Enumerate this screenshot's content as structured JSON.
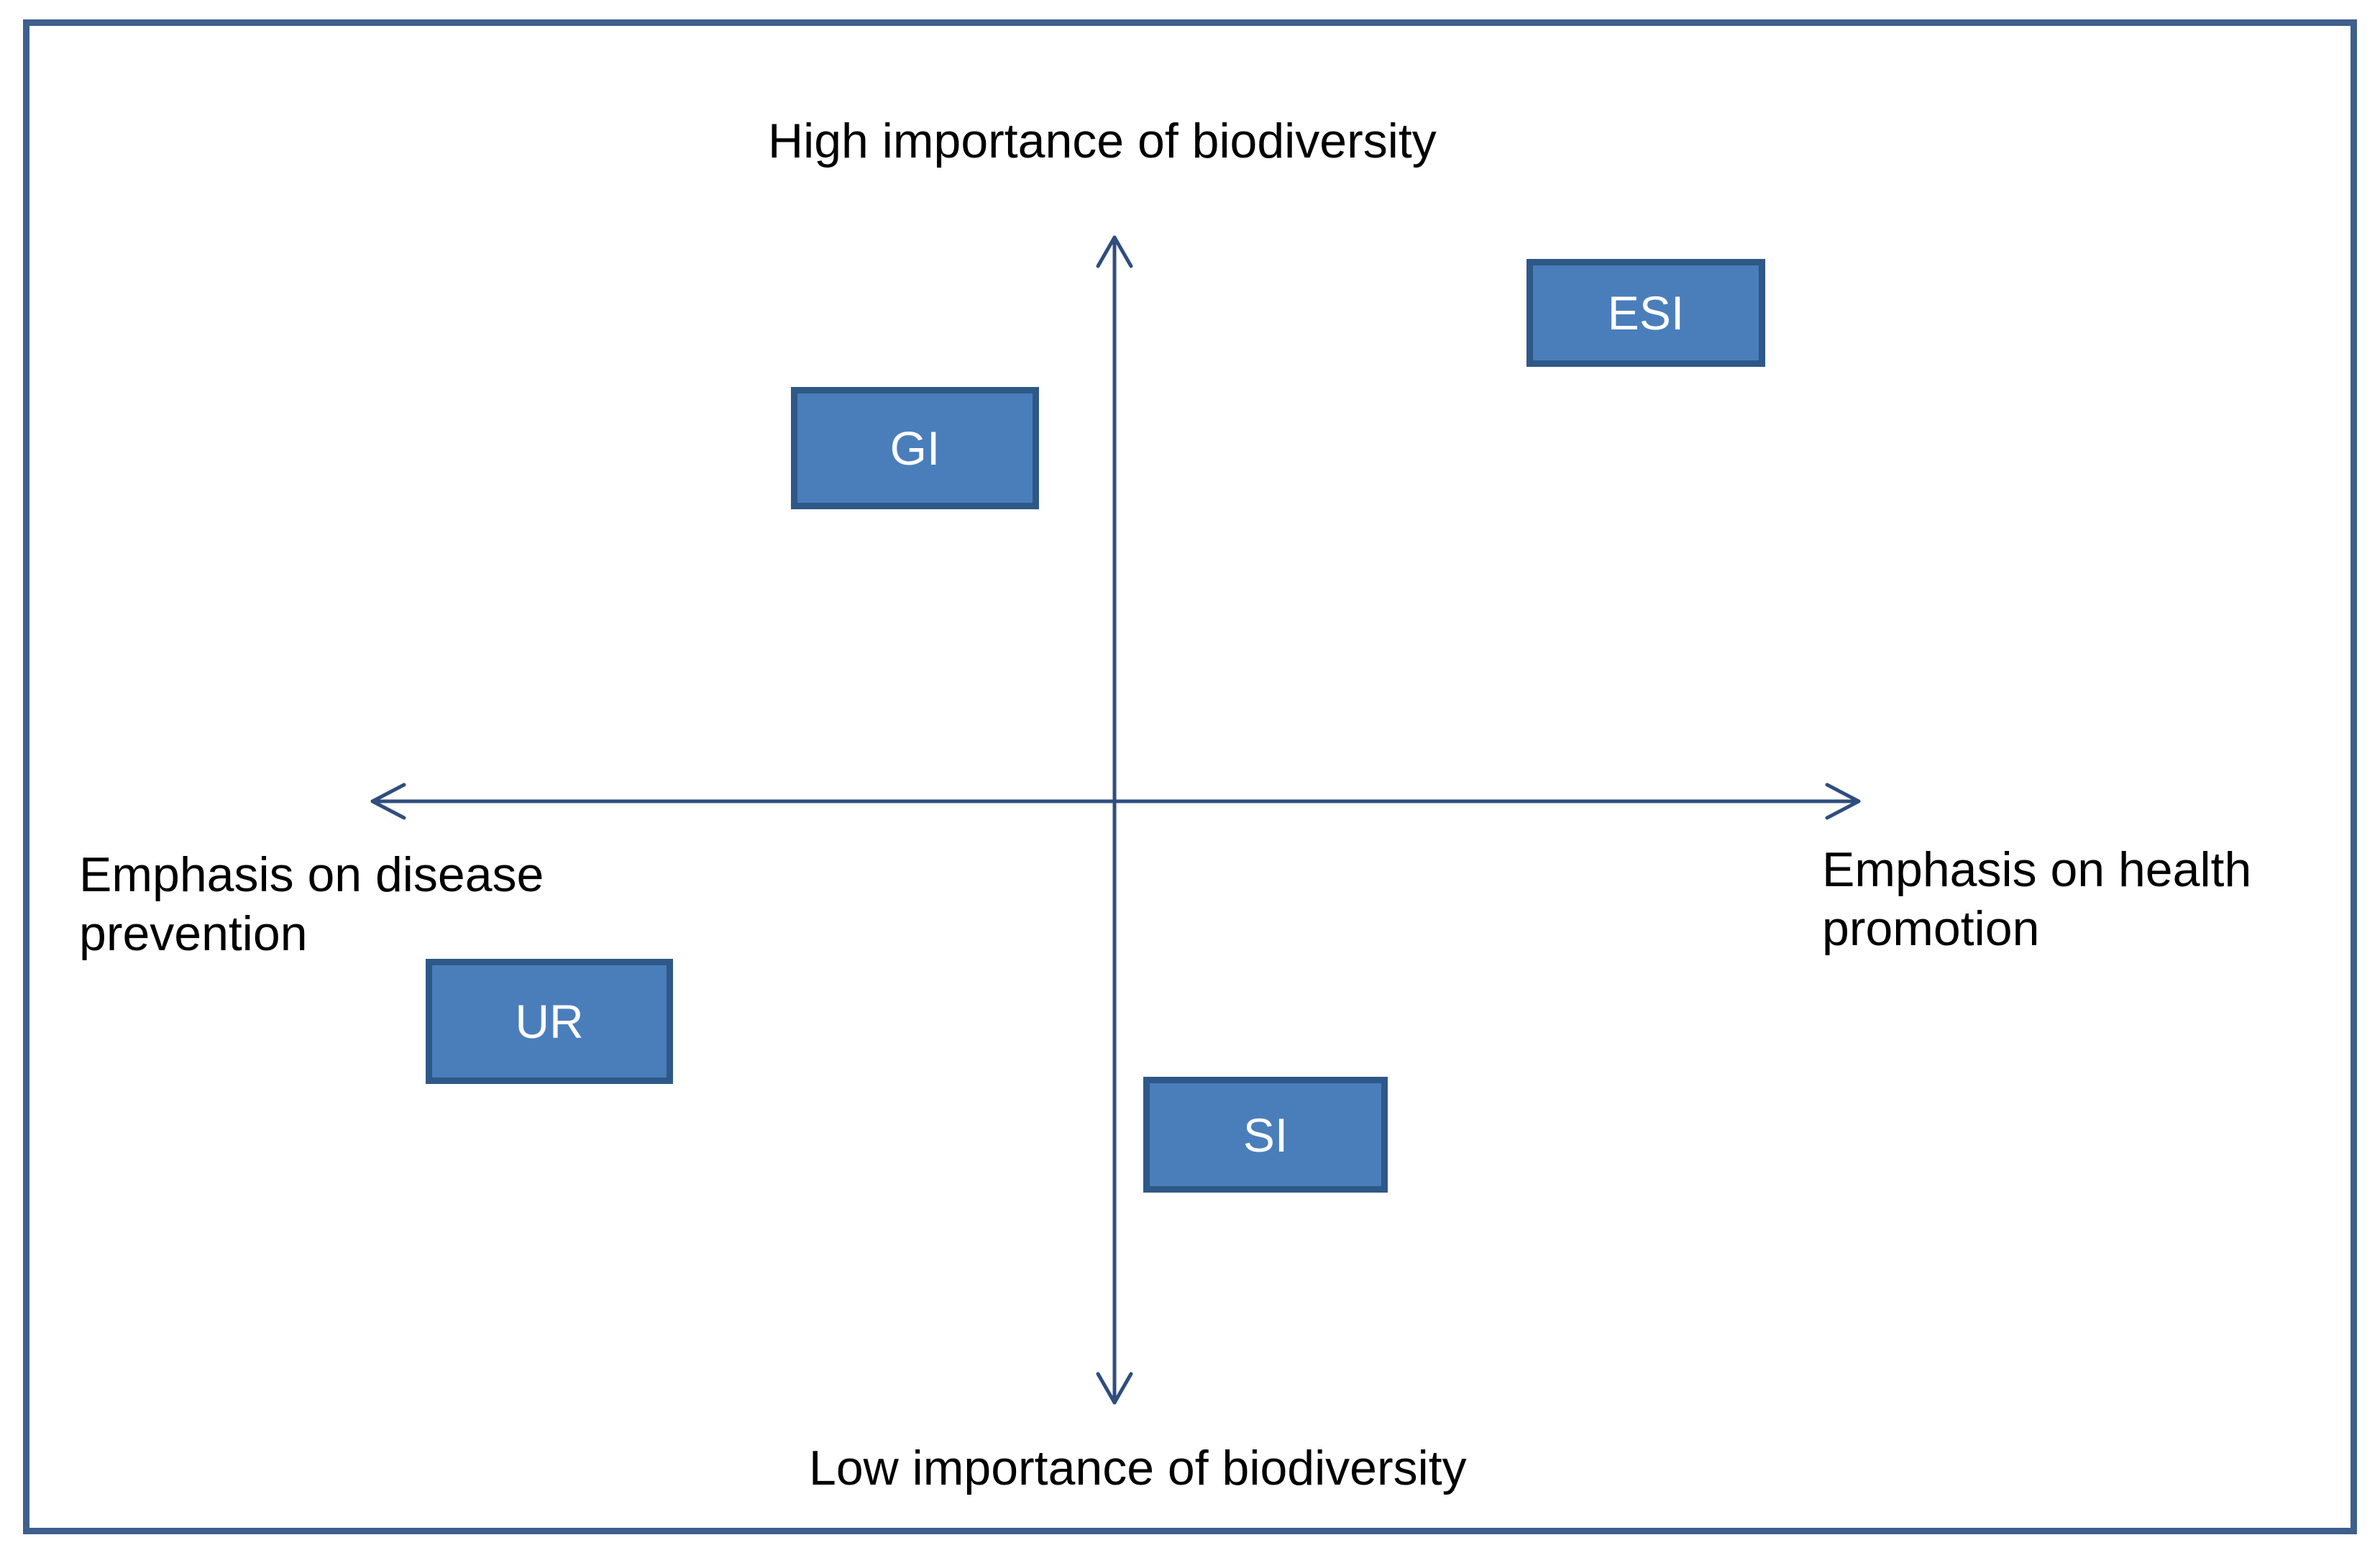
{
  "diagram": {
    "labels": {
      "top": "High importance of biodiversity",
      "bottom": "Low importance of biodiversity",
      "left": [
        "Emphasis on disease",
        "prevention"
      ],
      "right": [
        "Emphasis on health",
        "promotion"
      ]
    },
    "boxes": {
      "esi": "ESI",
      "gi": "GI",
      "ur": "UR",
      "si": "SI"
    },
    "colors": {
      "frame": "#3f5f8c",
      "axis": "#2f4d7e",
      "box_fill": "#4a7ebb",
      "box_border": "#2e5887"
    }
  }
}
